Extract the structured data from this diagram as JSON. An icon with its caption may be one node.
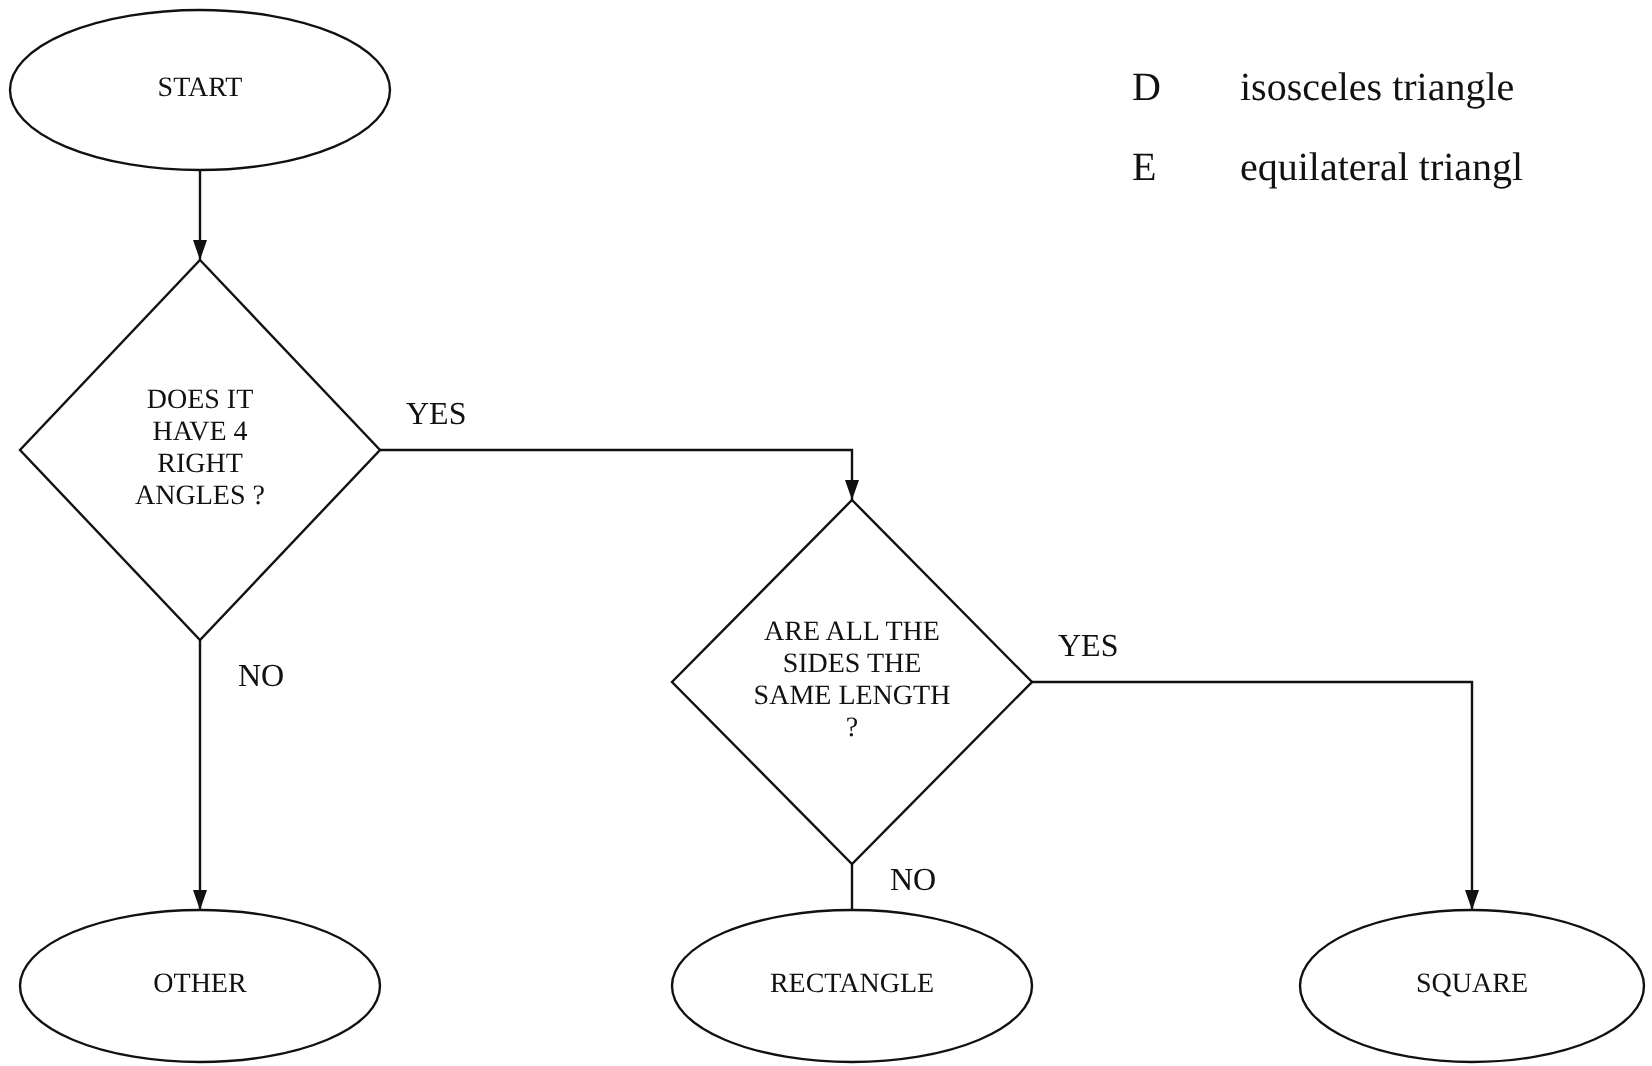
{
  "diagram": {
    "nodes": [
      {
        "text": [
          "START"
        ]
      },
      {
        "text": [
          "DOES IT HAVE 4 RIGHT ANGLES ?"
        ]
      },
      {
        "text": [
          "OTHER"
        ]
      },
      {
        "text": [
          "ARE ALL THE SIDES THE SAME LENGTH ?"
        ]
      },
      {
        "text": [
          "RECTANGLE"
        ]
      },
      {
        "text": [
          "SQUARE"
        ]
      }
    ],
    "edges": [
      {
        "from": 0,
        "to": 1,
        "arrow": "to"
      },
      {
        "from": 1,
        "to": 3,
        "arrow": "to",
        "label": "YES"
      },
      {
        "from": 1,
        "to": 2,
        "arrow": "to",
        "label": "NO"
      },
      {
        "from": 3,
        "to": 5,
        "arrow": "to",
        "label": "YES"
      },
      {
        "from": 3,
        "to": 4,
        "arrow": "none",
        "label": "NO"
      }
    ],
    "labels": [
      "D",
      "isosceles triangle",
      "E",
      "equilateral triangl"
    ]
  }
}
